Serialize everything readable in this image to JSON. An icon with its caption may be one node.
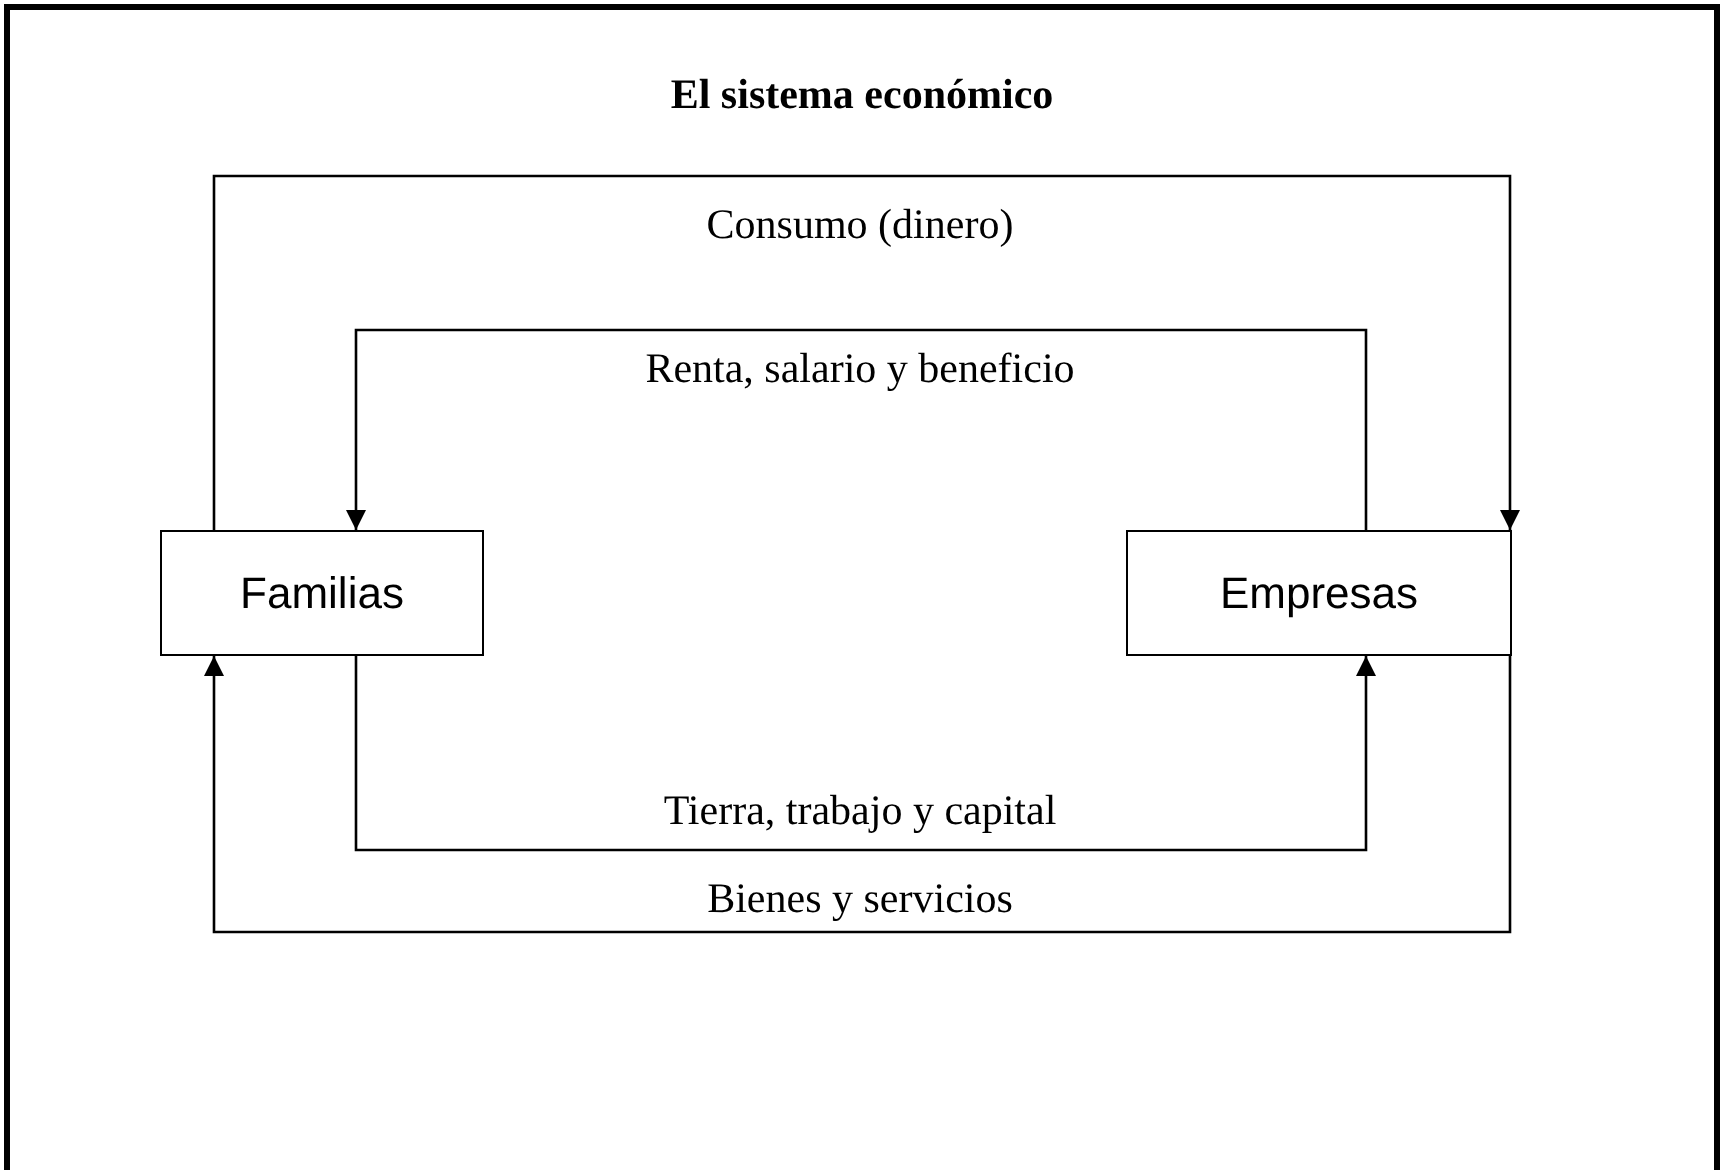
{
  "diagram": {
    "title": "El sistema económico",
    "nodes": [
      {
        "text": [
          "Familias"
        ]
      },
      {
        "text": [
          "Empresas"
        ]
      }
    ],
    "edges": [
      {
        "from": 0,
        "to": 1,
        "arrow": "to",
        "label": "Consumo (dinero)"
      },
      {
        "from": 1,
        "to": 0,
        "arrow": "to",
        "label": "Renta, salario y beneficio"
      },
      {
        "from": 0,
        "to": 1,
        "arrow": "to",
        "label": "Tierra, trabajo y capital"
      },
      {
        "from": 1,
        "to": 0,
        "arrow": "to",
        "label": "Bienes y servicios"
      }
    ]
  }
}
